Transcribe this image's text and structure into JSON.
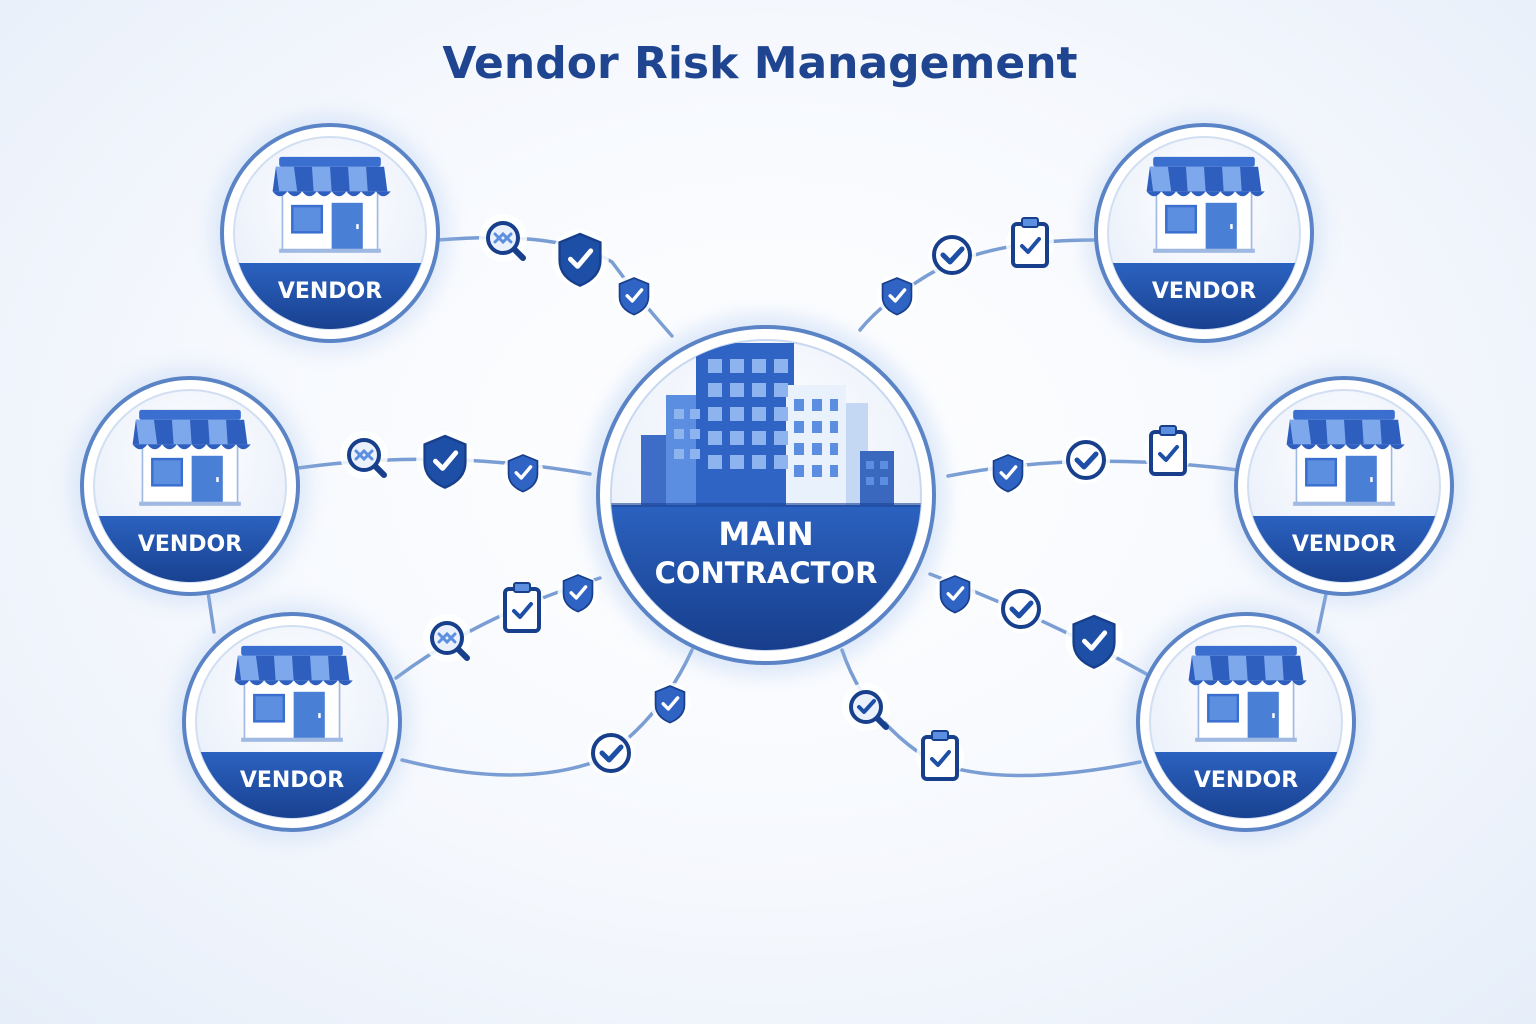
{
  "title": "Vendor Risk Management",
  "center_node": {
    "line1": "MAIN",
    "line2": "CONTRACTOR"
  },
  "vendor_nodes": [
    {
      "id": "top-left",
      "label": "VENDOR"
    },
    {
      "id": "mid-left",
      "label": "VENDOR"
    },
    {
      "id": "bottom-left",
      "label": "VENDOR"
    },
    {
      "id": "top-right",
      "label": "VENDOR"
    },
    {
      "id": "mid-right",
      "label": "VENDOR"
    },
    {
      "id": "bottom-right",
      "label": "VENDOR"
    }
  ],
  "connection_icons": [
    "magnifier-icon",
    "shield-check-icon",
    "check-circle-icon",
    "clipboard-check-icon"
  ],
  "colors": {
    "title": "#1f4590",
    "primary": "#1e4fa6",
    "dark": "#173f8c",
    "light": "#5d8fe0",
    "line": "#7a9ed3",
    "ring": "#5b84c6"
  }
}
